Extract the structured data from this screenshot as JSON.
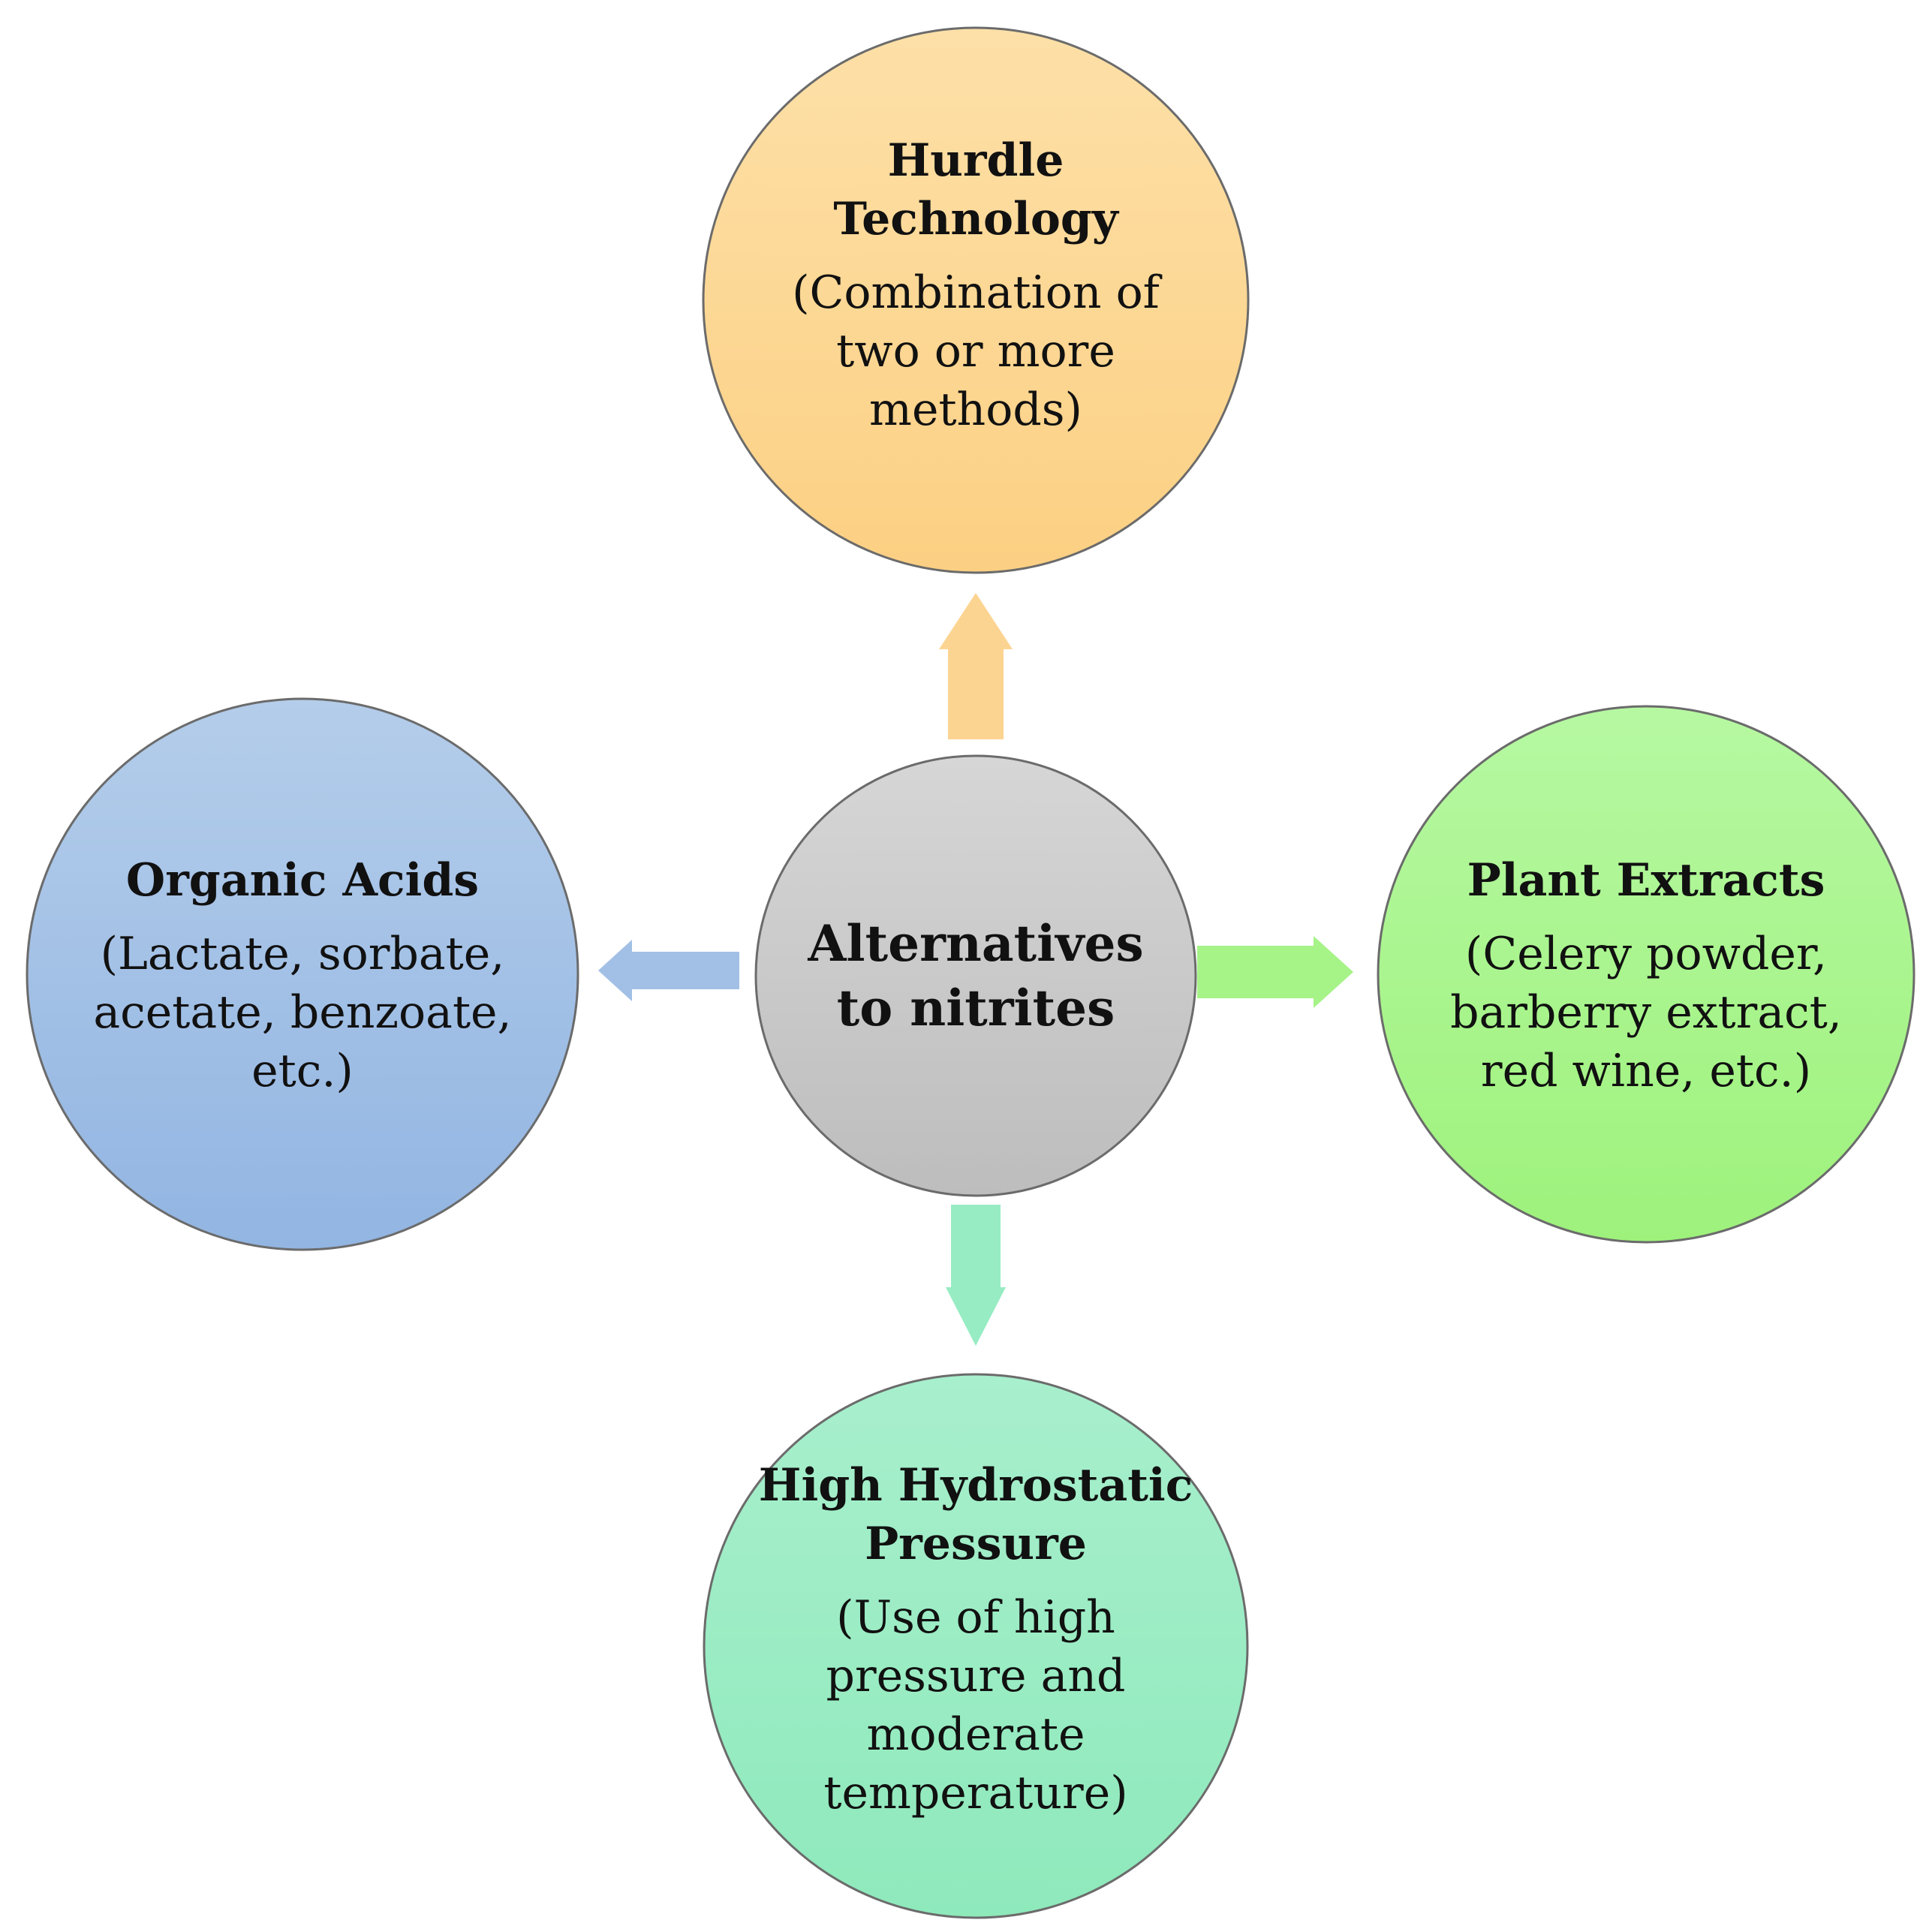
{
  "center": {
    "lines": [
      "Alternatives",
      "to nitrites"
    ],
    "color_top": "#d6d6d6",
    "color_bottom": "#bdbdbd"
  },
  "nodes": {
    "top": {
      "title_lines": [
        "Hurdle",
        "Technology"
      ],
      "desc_lines": [
        "(Combination of",
        "two or more",
        "methods)"
      ],
      "color_top": "#fde0a8",
      "color_bottom": "#fcd083",
      "arrow_color": "#fcd491"
    },
    "right": {
      "title_lines": [
        "Plant Extracts"
      ],
      "desc_lines": [
        "(Celery powder,",
        "barberry extract,",
        "red wine, etc.)"
      ],
      "color_top": "#b6f8a2",
      "color_bottom": "#9ef27c",
      "arrow_color": "#a6f388"
    },
    "bottom": {
      "title_lines": [
        "High Hydrostatic",
        "Pressure"
      ],
      "desc_lines": [
        "(Use of high",
        "pressure and",
        "moderate",
        "temperature)"
      ],
      "color_top": "#a8efcd",
      "color_bottom": "#8ee9bb",
      "arrow_color": "#97ecc3"
    },
    "left": {
      "title_lines": [
        "Organic Acids"
      ],
      "desc_lines": [
        "(Lactate, sorbate,",
        "acetate, benzoate,",
        "etc.)"
      ],
      "color_top": "#b4cdea",
      "color_bottom": "#92b5e2",
      "arrow_color": "#a2c0e6"
    }
  }
}
